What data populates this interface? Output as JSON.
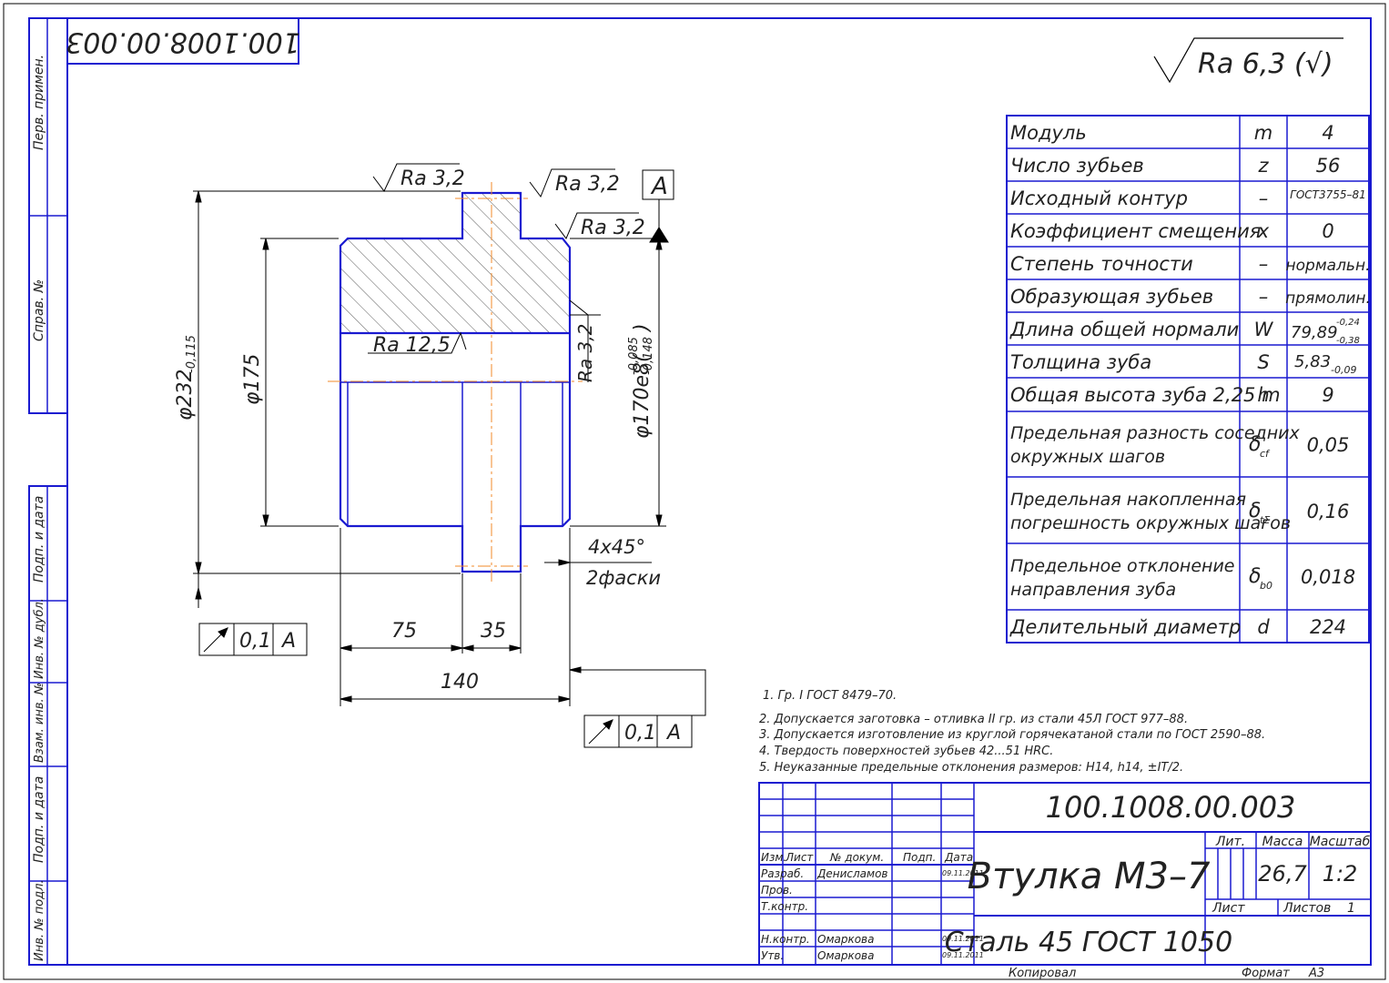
{
  "drawing": {
    "designation": "100.1008.00.003",
    "designation_rotated": "100.1008.00.003",
    "roughness_general": "Ra 6,3 (√)",
    "side_labels": [
      "Перв. примен.",
      "Справ. №",
      "Подп. и дата",
      "Инв. № дубл.",
      "Взам. инв. №",
      "Подп. и дата",
      "Инв. № подл."
    ]
  },
  "part_view": {
    "ra_top1": "Ra 3,2",
    "ra_top2": "Ra 3,2",
    "ra_right": "Ra 3,2",
    "ra_right_vertical": "Ra 3,2",
    "ra_bore": "Ra 12,5",
    "datum": "A",
    "dim_d232": "φ232",
    "dim_d232_tol": "-0,115",
    "dim_d175": "φ175",
    "dim_d170": "φ170e8(",
    "dim_d170_tol_up": "-0,085",
    "dim_d170_tol_low": "-0,148",
    "dim_d170_close": ")",
    "dim_75": "75",
    "dim_35": "35",
    "dim_140": "140",
    "chamfer": "4x45°",
    "chamfer_count": "2фаски",
    "runout_left": {
      "value": "0,1",
      "datum": "A"
    },
    "runout_bottom": {
      "value": "0,1",
      "datum": "A"
    }
  },
  "params_table": [
    {
      "name": "Модуль",
      "sym": "m",
      "val": "4"
    },
    {
      "name": "Число зубьев",
      "sym": "z",
      "val": "56"
    },
    {
      "name": "Исходный контур",
      "sym": "–",
      "val": "ГОСТ3755–81"
    },
    {
      "name": "Коэффициент смещения",
      "sym": "x",
      "val": "0"
    },
    {
      "name": "Степень точности",
      "sym": "–",
      "val": "нормальн."
    },
    {
      "name": "Образующая зубьев",
      "sym": "–",
      "val": "прямолин."
    },
    {
      "name": "Длина общей нормали",
      "sym": "W",
      "val": "79,89",
      "tol_up": "-0,24",
      "tol_low": "-0,38"
    },
    {
      "name": "Толщина зуба",
      "sym": "S",
      "val": "5,83",
      "tol_low": "-0,09"
    },
    {
      "name": "Общая высота зуба 2,25 m",
      "sym": "h",
      "val": "9"
    },
    {
      "name": "Предельная разность соседних",
      "name2": "окружных шагов",
      "sym": "δ",
      "sub": "cf",
      "val": "0,05"
    },
    {
      "name": "Предельная накопленная",
      "name2": "погрешность окружных шагов",
      "sym": "δ",
      "sub": "tΣ",
      "val": "0,16"
    },
    {
      "name": "Предельное отклонение",
      "name2": "направления зуба",
      "sym": "δ",
      "sub": "b0",
      "val": "0,018"
    },
    {
      "name": "Делительный диаметр",
      "sym": "d",
      "val": "224"
    }
  ],
  "notes": [
    "1. Гр. I ГОСТ 8479–70.",
    "2. Допускается заготовка – отливка II гр. из стали 45Л ГОСТ 977–88.",
    "3. Допускается изготовление из круглой горячекатаной стали по ГОСТ 2590–88.",
    "4. Твердость поверхностей зубьев 42...51 HRC.",
    "5. Неуказанные предельные отклонения размеров: H14, h14, ±IT/2."
  ],
  "title_block": {
    "designation": "100.1008.00.003",
    "name": "Втулка М3–7",
    "material": "Сталь 45  ГОСТ 1050",
    "lit": "Лит.",
    "mass_label": "Масса",
    "scale_label": "Масштаб",
    "mass": "26,7",
    "scale": "1:2",
    "sheet_label": "Лист",
    "sheets_label": "Листов",
    "sheets": "1",
    "col_izm": "Изм.",
    "col_list": "Лист",
    "col_doc": "№ докум.",
    "col_sign": "Подп.",
    "col_date": "Дата",
    "row_razrab": "Разраб.",
    "razrab_name": "Денисламов",
    "razrab_date": "09.11.2011",
    "row_prov": "Пров.",
    "row_tkontr": "Т.контр.",
    "row_nkontr": "Н.контр.",
    "nkontr_name": "Омаркова",
    "nkontr_date": "09.11.2011",
    "row_utv": "Утв.",
    "utv_name": "Омаркова",
    "utv_date": "09.11.2011",
    "copied": "Копировал",
    "format_label": "Формат",
    "format": "A3"
  },
  "colors": {
    "frame": "#1a1ad0",
    "axis": "#f08a2a",
    "ink": "#222222"
  }
}
